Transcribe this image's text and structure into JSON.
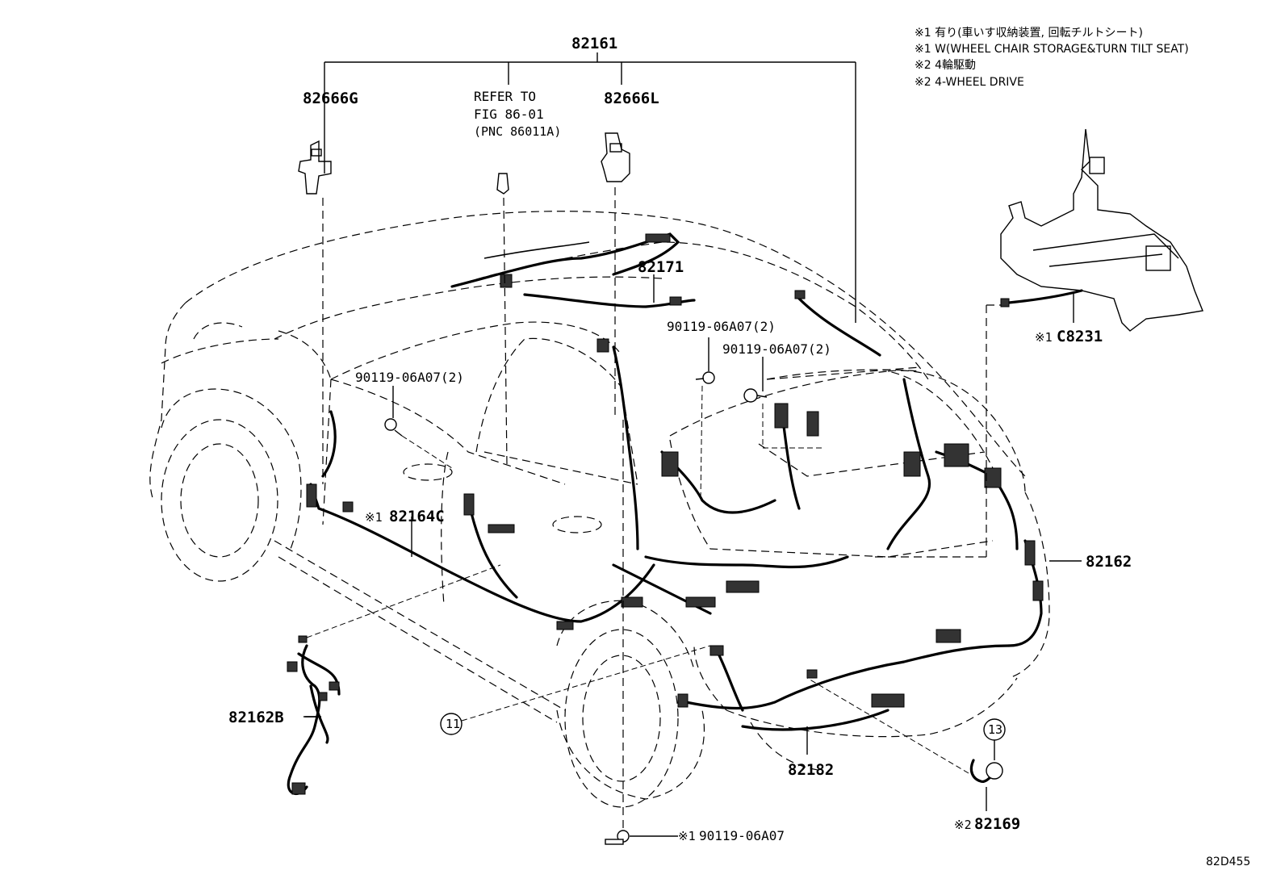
{
  "notes": [
    "※1 有り(車いす収納装置, 回転チルトシート)",
    "※1 W(WHEEL CHAIR STORAGE&TURN TILT SEAT)",
    "※2 4輪駆動",
    "※2 4-WHEEL DRIVE"
  ],
  "labels": {
    "p82161": "82161",
    "p82666G": "82666G",
    "refer_line1": "REFER TO",
    "refer_line2": "FIG 86-01",
    "refer_line3": "(PNC 86011A)",
    "p82666L": "82666L",
    "p82171": "82171",
    "bolt_a": "90119-06A07(2)",
    "bolt_b": "90119-06A07(2)",
    "bolt_c": "90119-06A07(2)",
    "p82164C_mark": "※1",
    "p82164C": "82164C",
    "pC8231_mark": "※1",
    "pC8231": "C8231",
    "p82162": "82162",
    "p82162B": "82162B",
    "circle11": "11",
    "p82182": "82182",
    "circle13": "13",
    "p82169_mark": "※2",
    "p82169": "82169",
    "bolt_bottom_mark": "※1",
    "bolt_bottom": "90119-06A07",
    "figure_code": "82D455"
  }
}
